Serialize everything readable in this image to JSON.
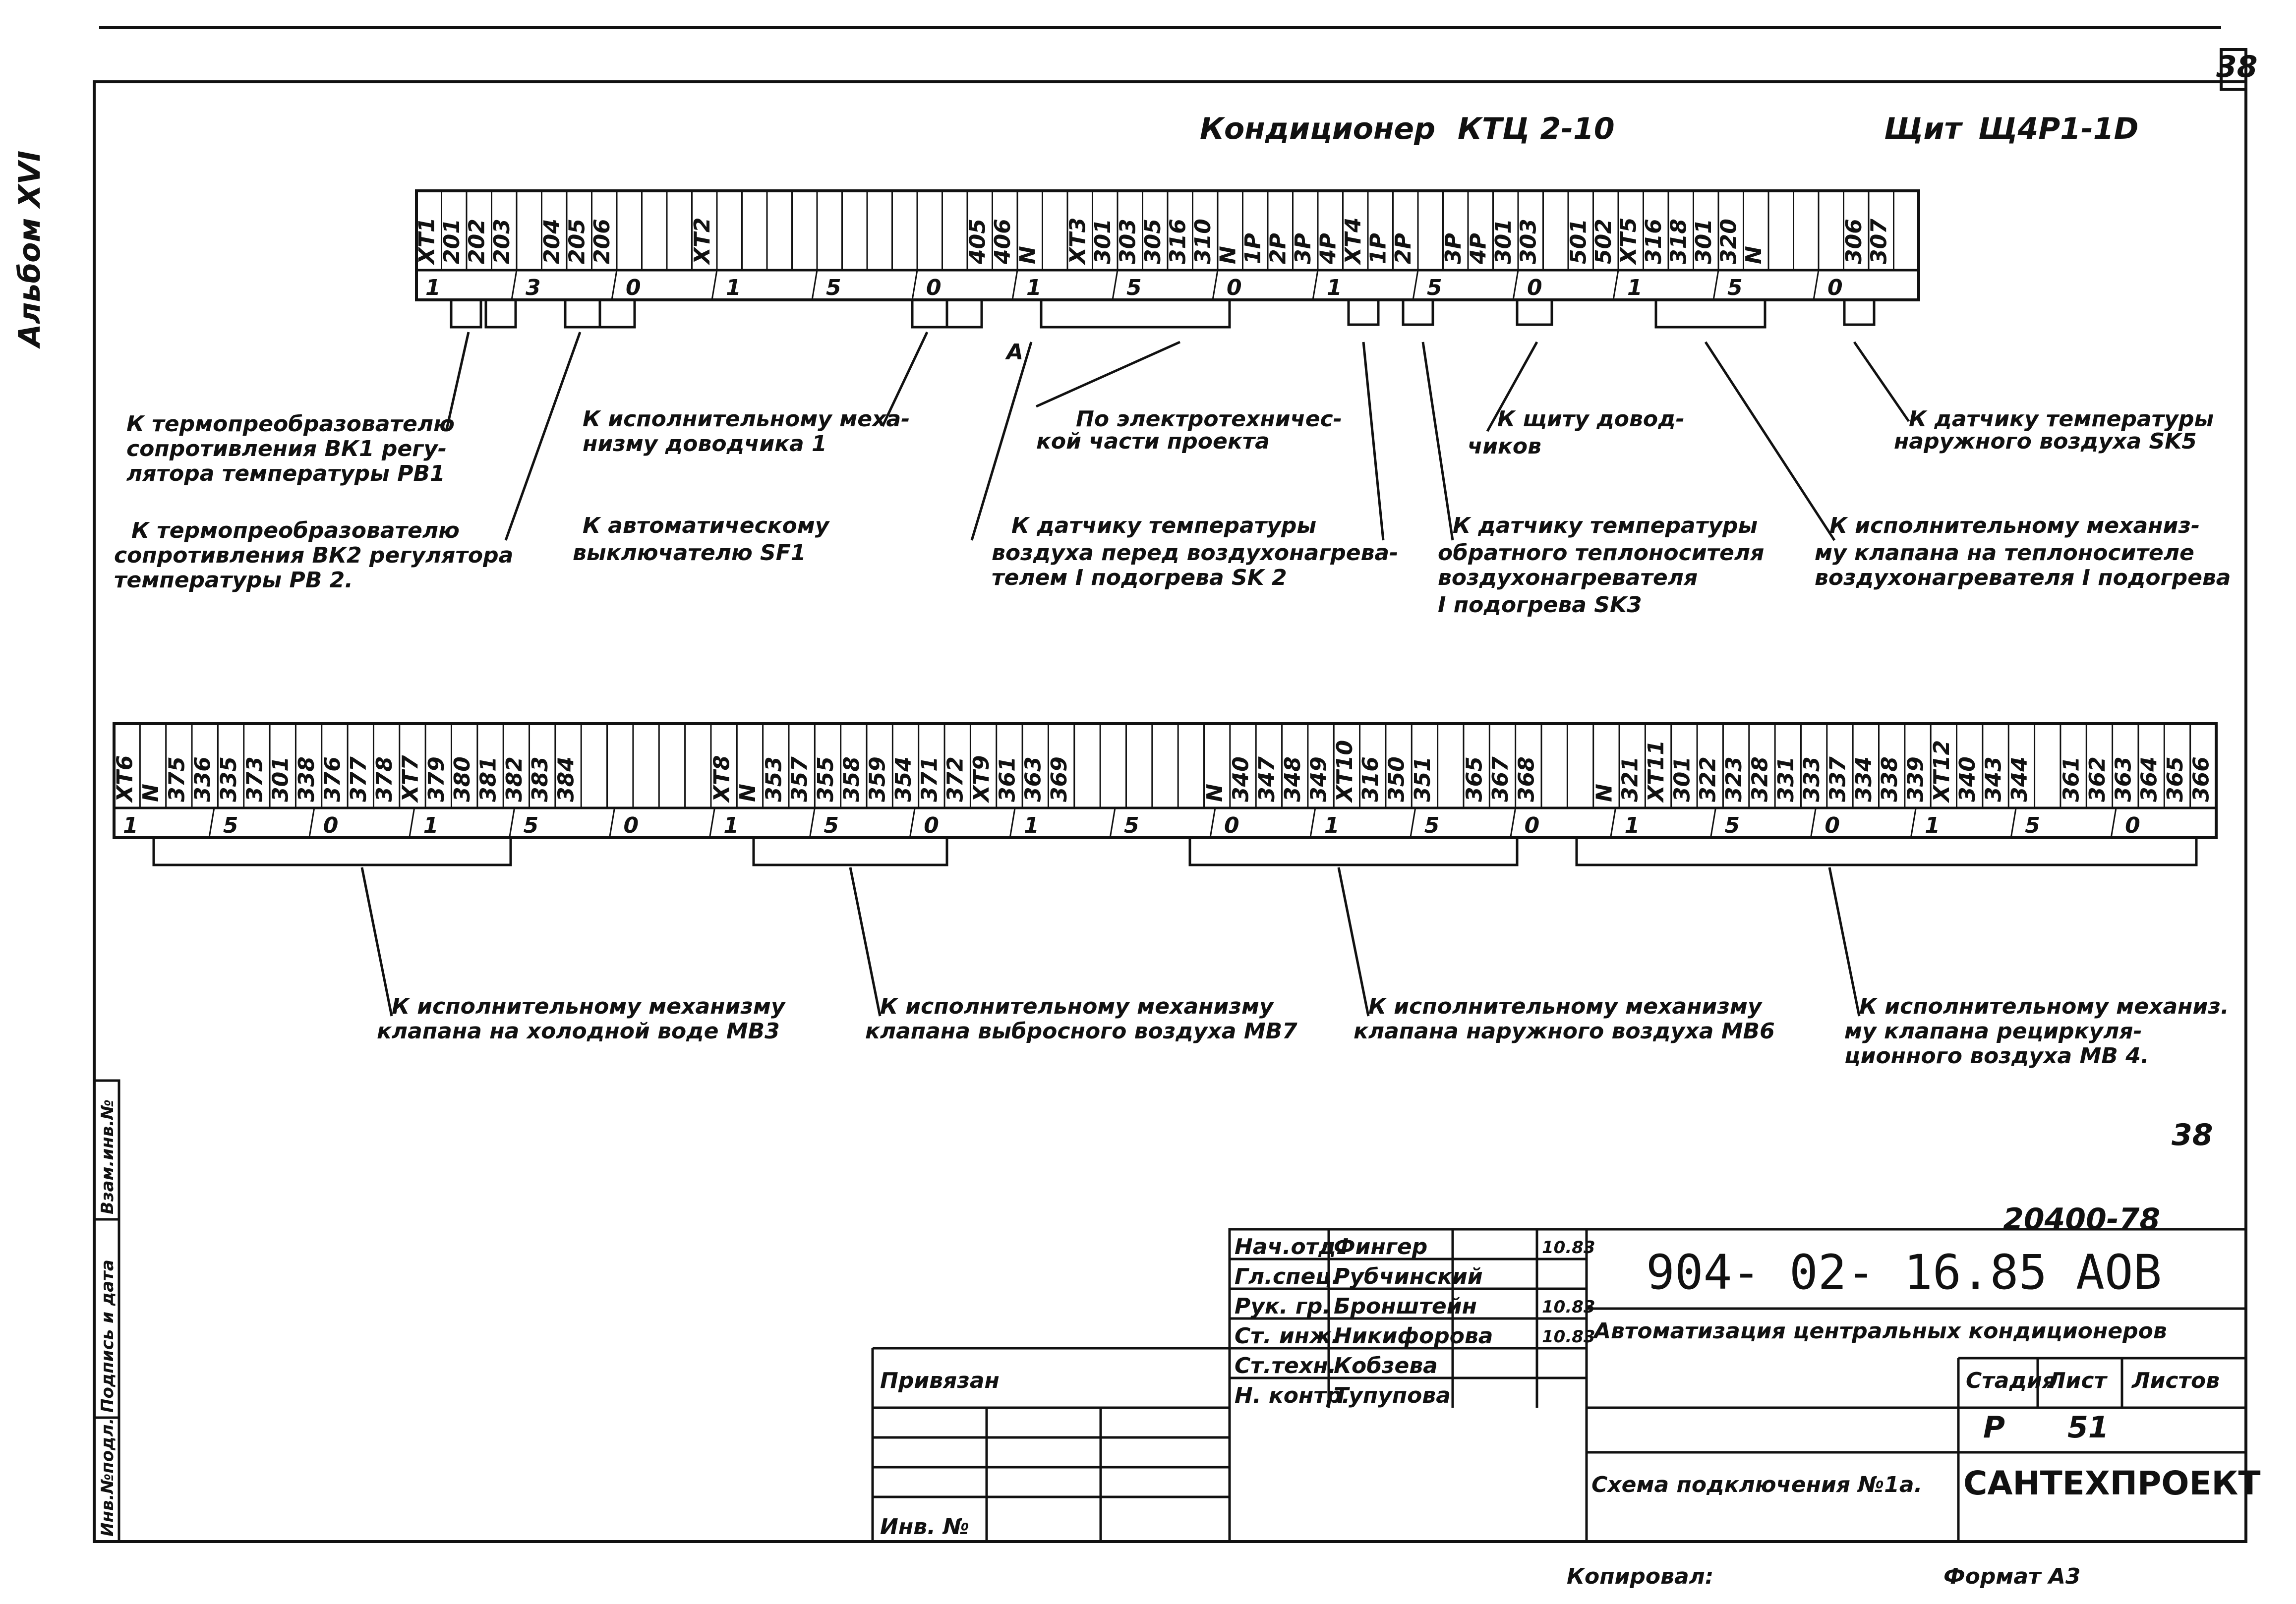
{
  "album": "Альбом XVI",
  "sheet_corner": "38",
  "header": {
    "unit": "Кондиционер",
    "unit_model": "КТЦ 2-10",
    "panel": "Щит",
    "panel_model": "Щ4Р1-1D"
  },
  "row1": {
    "cells": [
      "ХТ1",
      "201",
      "202",
      "203",
      "",
      "204",
      "205",
      "206",
      "",
      "",
      "",
      "ХТ2",
      "",
      "",
      "",
      "",
      "",
      "",
      "",
      "",
      "",
      "",
      "405",
      "406",
      "N",
      "",
      "ХТ3",
      "301",
      "303",
      "305",
      "316",
      "310",
      "N",
      "1Р",
      "2Р",
      "3Р",
      "4Р",
      "ХТ4",
      "1Р",
      "2Р",
      "",
      "3Р",
      "4Р",
      "301",
      "303",
      "",
      "501",
      "502",
      "ХТ5",
      "316",
      "318",
      "301",
      "320",
      "N",
      "",
      "",
      "",
      "306",
      "307",
      ""
    ],
    "nums": [
      "1",
      "3",
      "0",
      "1",
      "5",
      "0",
      "1",
      "5",
      "0",
      "1",
      "5",
      "0",
      "1",
      "5",
      "0"
    ],
    "bus_mark": "А"
  },
  "row2": {
    "cells": [
      "ХТ6",
      "N",
      "375",
      "336",
      "335",
      "373",
      "301",
      "338",
      "376",
      "377",
      "378",
      "ХТ7",
      "379",
      "380",
      "381",
      "382",
      "383",
      "384",
      "",
      "",
      "",
      "",
      "",
      "ХТ8",
      "N",
      "353",
      "357",
      "355",
      "358",
      "359",
      "354",
      "371",
      "372",
      "ХТ9",
      "361",
      "363",
      "369",
      "",
      "",
      "",
      "",
      "",
      "N",
      "340",
      "347",
      "348",
      "349",
      "ХТ10",
      "316",
      "350",
      "351",
      "",
      "365",
      "367",
      "368",
      "",
      "",
      "N",
      "321",
      "ХТ11",
      "301",
      "322",
      "323",
      "328",
      "331",
      "333",
      "337",
      "334",
      "338",
      "339",
      "ХТ12",
      "340",
      "343",
      "344",
      "",
      "361",
      "362",
      "363",
      "364",
      "365",
      "366"
    ],
    "nums": [
      "1",
      "5",
      "0",
      "1",
      "5",
      "0",
      "1",
      "5",
      "0",
      "1",
      "5",
      "0",
      "1",
      "5",
      "0",
      "1",
      "5",
      "0",
      "1",
      "5",
      "0"
    ]
  },
  "labels_top": [
    {
      "l1": "К термопреобразователю",
      "l2": "сопротивления ВК1 регу-",
      "l3": "лятора температуры РВ1"
    },
    {
      "l1": "К исполнительному меха-",
      "l2": "низму доводчика     1",
      "l3": ""
    },
    {
      "l1": "По электротехничес-",
      "l2": "кой части   проекта",
      "l3": ""
    },
    {
      "l1": "К щиту довод-",
      "l2": "чиков",
      "l3": ""
    },
    {
      "l1": "К датчику температуры",
      "l2": "наружного воздуха SK5",
      "l3": ""
    }
  ],
  "labels_mid": [
    {
      "l1": "К термопреобразователю",
      "l2": "сопротивления ВК2 регулятора",
      "l3": "температуры РВ 2.",
      "l4": ""
    },
    {
      "l1": "К автоматическому",
      "l2": "выключателю  SF1",
      "l3": "",
      "l4": ""
    },
    {
      "l1": "К датчику температуры",
      "l2": "воздуха перед воздухонагрева-",
      "l3": "телем  I  подогрева SK 2",
      "l4": ""
    },
    {
      "l1": "К датчику температуры",
      "l2": "обратного теплоносителя",
      "l3": "воздухонагревателя",
      "l4": "I подогрева   SK3"
    },
    {
      "l1": "К исполнительному механиз-",
      "l2": "му клапана на теплоносителе",
      "l3": "воздухонагревателя I подогрева",
      "l4": ""
    }
  ],
  "labels_bottom": [
    {
      "l1": "К исполнительному механизму",
      "l2": "клапана на холодной воде МВ3",
      "l3": ""
    },
    {
      "l1": "К исполнительному механизму",
      "l2": "клапана выбросного воздуха МВ7",
      "l3": ""
    },
    {
      "l1": "К исполнительному механизму",
      "l2": "клапана наружного воздуха МВ6",
      "l3": ""
    },
    {
      "l1": "К исполнительному механиз.",
      "l2": "му клапана рециркуля-",
      "l3": "ционного воздуха МВ 4."
    }
  ],
  "page_mark": "38",
  "inventory_no": "20400-78",
  "title_block": {
    "people": [
      {
        "role": "Нач.отд.",
        "name": "Фингер",
        "date": "10.83"
      },
      {
        "role": "Гл.спец.",
        "name": "Рубчинский",
        "date": ""
      },
      {
        "role": "Рук. гр.",
        "name": "Бронштейн",
        "date": "10.83"
      },
      {
        "role": "Ст. инж.",
        "name": "Никифорова",
        "date": "10.83"
      },
      {
        "role": "Ст.техн.",
        "name": "Кобзева",
        "date": ""
      },
      {
        "role": "Н. контр.",
        "name": "Тупупова",
        "date": ""
      }
    ],
    "code": "904- 02- 16.85  АОВ",
    "project": "Автоматизация  центральных кондиционеров",
    "stage_h": "Стадия",
    "sheet_h": "Лист",
    "sheets_h": "Листов",
    "stage": "Р",
    "sheet": "51",
    "sheets": "",
    "drawing": "Схема подключения №1а.",
    "org": "САНТЕХПРОЕКТ",
    "bound": "Привязан",
    "inv_h": "Инв. №"
  },
  "side_stamps": [
    "Инв.№подл.",
    "Подпись и дата",
    "Взам.инв.№"
  ],
  "copied": "Копировал:",
  "format": "Формат  А3"
}
